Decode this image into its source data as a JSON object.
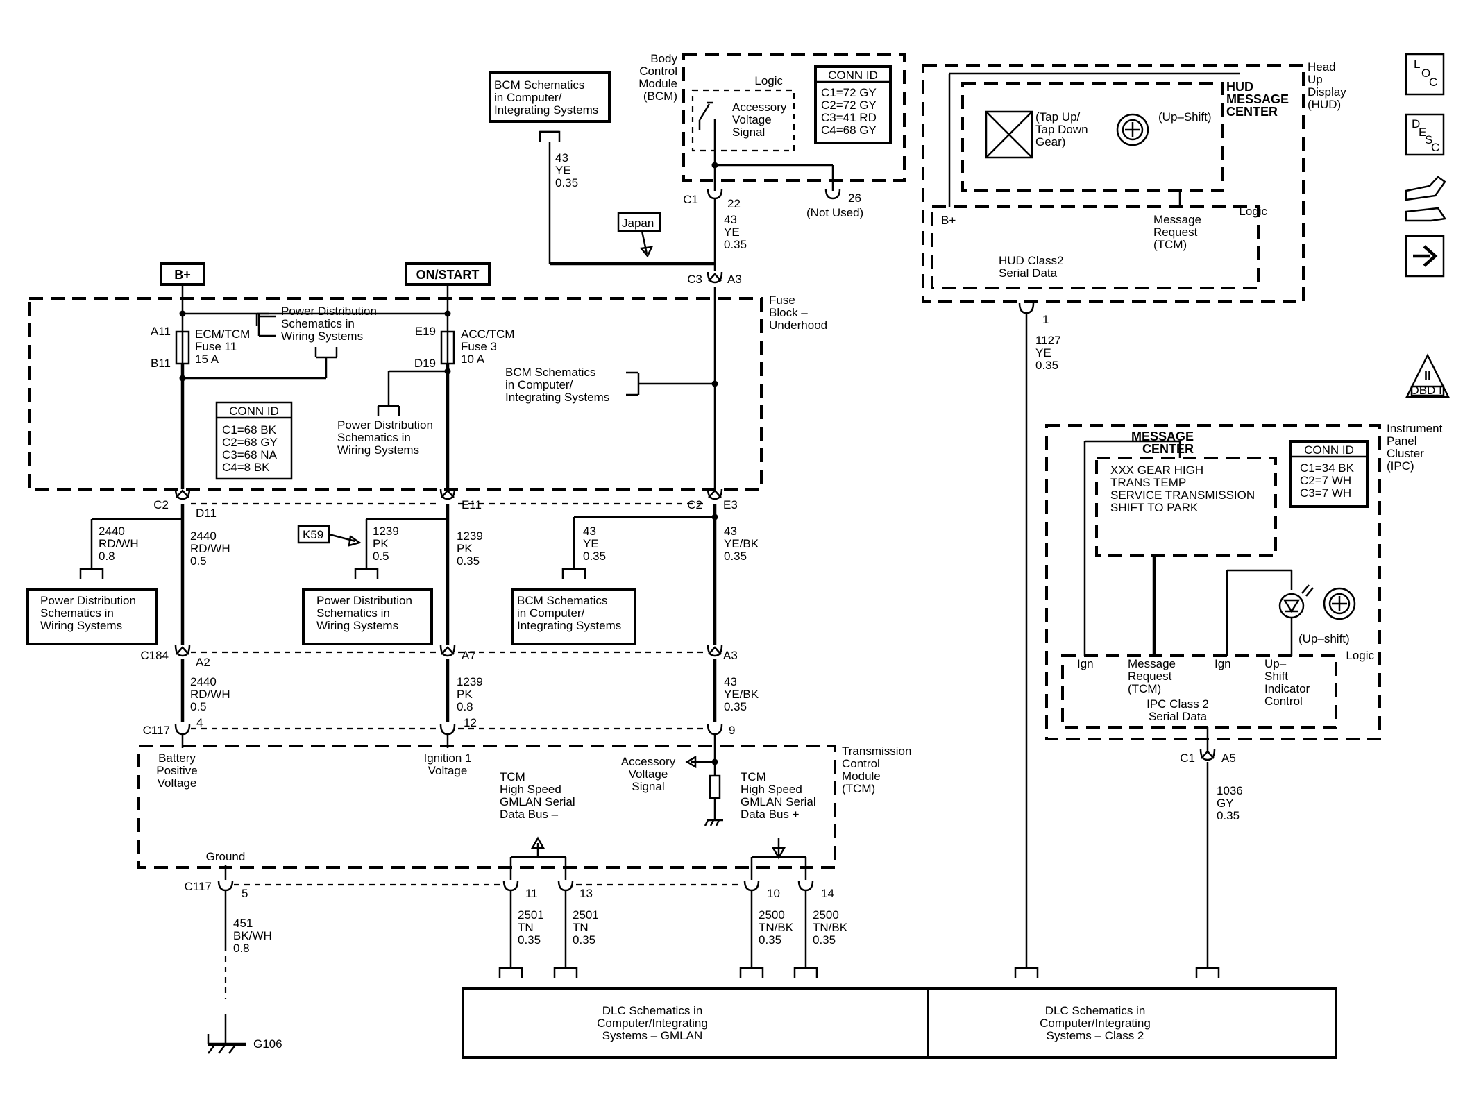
{
  "nav_icons": {
    "loc": "LOC",
    "desc": "DESC",
    "obd": "OBD II",
    "tools_icon": "wrench-gear-icon",
    "arrow_icon": "right-arrow-icon"
  },
  "power": {
    "bplus": "B+",
    "onstart": "ON/START"
  },
  "fuse_block": {
    "title": [
      "Fuse",
      "Block –",
      "Underhood"
    ],
    "fuse1": {
      "top_pin": "A11",
      "bottom_pin": "B11",
      "label": [
        "ECM/TCM",
        "Fuse 11",
        "15 A"
      ]
    },
    "fuse2": {
      "top_pin": "E19",
      "bottom_pin": "D19",
      "label": [
        "ACC/TCM",
        "Fuse 3",
        "10 A"
      ]
    },
    "pd_ref_top": [
      "Power Distribution",
      "Schematics in",
      "Wiring Systems"
    ],
    "pd_ref_mid": [
      "Power Distribution",
      "Schematics in",
      "Wiring Systems"
    ],
    "bcm_ref": [
      "BCM Schematics",
      "in Computer/",
      "Integrating Systems"
    ],
    "conn_title": "CONN ID",
    "conn_rows": [
      "C1=68 BK",
      "C2=68 GY",
      "C3=68 NA",
      "C4=8 BK"
    ]
  },
  "bcm": {
    "title": [
      "Body",
      "Control",
      "Module",
      "(BCM)"
    ],
    "logic": "Logic",
    "signal": [
      "Accessory",
      "Voltage",
      "Signal"
    ],
    "conn_title": "CONN ID",
    "conn_rows": [
      "C1=72 GY",
      "C2=72 GY",
      "C3=41 RD",
      "C4=68 GY"
    ],
    "c1": "C1",
    "pin22": "22",
    "pin26": "26",
    "not_used": "(Not Used)",
    "wire_a": [
      "43",
      "YE",
      "0.35"
    ],
    "c3": "C3",
    "a3": "A3"
  },
  "bcm_ref_top": [
    "BCM Schematics",
    "in Computer/",
    "Integrating Systems"
  ],
  "wire_bcm_ref": [
    "43",
    "YE",
    "0.35"
  ],
  "japan": "Japan",
  "hud": {
    "title": [
      "Head",
      "Up",
      "Display",
      "(HUD)"
    ],
    "msg_center": [
      "HUD",
      "MESSAGE",
      "CENTER"
    ],
    "tap": [
      "(Tap Up/",
      "Tap Down",
      "Gear)"
    ],
    "upshift": "(Up–Shift)",
    "logic": "Logic",
    "bplus": "B+",
    "msg_req": [
      "Message",
      "Request",
      "(TCM)"
    ],
    "class2": [
      "HUD Class2",
      "Serial Data"
    ],
    "pin": "1",
    "wire": [
      "1127",
      "YE",
      "0.35"
    ]
  },
  "ipc": {
    "title": [
      "Instrument",
      "Panel",
      "Cluster",
      "(IPC)"
    ],
    "msg_center": [
      "MESSAGE",
      "CENTER"
    ],
    "messages": [
      "XXX GEAR HIGH",
      "TRANS TEMP",
      "SERVICE TRANSMISSION",
      "SHIFT TO PARK"
    ],
    "conn_title": "CONN ID",
    "conn_rows": [
      "C1=34 BK",
      "C2=7 WH",
      "C3=7 WH"
    ],
    "upshift": "(Up–shift)",
    "logic": "Logic",
    "ign1": "Ign",
    "msg_req": [
      "Message",
      "Request",
      "(TCM)"
    ],
    "ign2": "Ign",
    "upshift_ctrl": [
      "Up–",
      "Shift",
      "Indicator",
      "Control"
    ],
    "class2": [
      "IPC Class 2",
      "Serial Data"
    ],
    "c1": "C1",
    "a5": "A5",
    "wire": [
      "1036",
      "GY",
      "0.35"
    ]
  },
  "c2_row": {
    "c2_left": "C2",
    "d11": "D11",
    "e11": "E11",
    "c2_right": "C2",
    "e3": "E3",
    "k59": "K59",
    "w_pd_left": [
      "2440",
      "RD/WH",
      "0.8"
    ],
    "w_d11": [
      "2440",
      "RD/WH",
      "0.5"
    ],
    "w_k59": [
      "1239",
      "PK",
      "0.5"
    ],
    "w_e11": [
      "1239",
      "PK",
      "0.35"
    ],
    "w_bcm_mid": [
      "43",
      "YE",
      "0.35"
    ],
    "w_e3": [
      "43",
      "YE/BK",
      "0.35"
    ],
    "pd_left": [
      "Power Distribution",
      "Schematics in",
      "Wiring Systems"
    ],
    "pd_mid": [
      "Power Distribution",
      "Schematics in",
      "Wiring Systems"
    ],
    "bcm_mid": [
      "BCM Schematics",
      "in Computer/",
      "Integrating Systems"
    ]
  },
  "c184_row": {
    "c184": "C184",
    "a2": "A2",
    "a7": "A7",
    "a3": "A3",
    "w_a2": [
      "2440",
      "RD/WH",
      "0.5"
    ],
    "w_a7": [
      "1239",
      "PK",
      "0.8"
    ],
    "w_a3": [
      "43",
      "YE/BK",
      "0.35"
    ]
  },
  "tcm": {
    "title": [
      "Transmission",
      "Control",
      "Module",
      "(TCM)"
    ],
    "c117_top": "C117",
    "pin4": "4",
    "pin12": "12",
    "pin9": "9",
    "batt": [
      "Battery",
      "Positive",
      "Voltage"
    ],
    "ign": [
      "Ignition 1",
      "Voltage"
    ],
    "acc": [
      "Accessory",
      "Voltage",
      "Signal"
    ],
    "gm_minus": [
      "TCM",
      "High Speed",
      "GMLAN Serial",
      "Data Bus –"
    ],
    "gm_plus": [
      "TCM",
      "High Speed",
      "GMLAN Serial",
      "Data Bus +"
    ],
    "ground": "Ground",
    "c117_bot": "C117",
    "pin5": "5",
    "pin11": "11",
    "pin13": "13",
    "pin10": "10",
    "pin14": "14"
  },
  "bottom_wires": {
    "w_ground": [
      "451",
      "BK/WH",
      "0.8"
    ],
    "w11": [
      "2501",
      "TN",
      "0.35"
    ],
    "w13": [
      "2501",
      "TN",
      "0.35"
    ],
    "w10": [
      "2500",
      "TN/BK",
      "0.35"
    ],
    "w14": [
      "2500",
      "TN/BK",
      "0.35"
    ],
    "g106": "G106"
  },
  "dlc": {
    "gmlan": [
      "DLC Schematics in",
      "Computer/Integrating",
      "Systems – GMLAN"
    ],
    "class2": [
      "DLC Schematics in",
      "Computer/Integrating",
      "Systems – Class 2"
    ]
  }
}
